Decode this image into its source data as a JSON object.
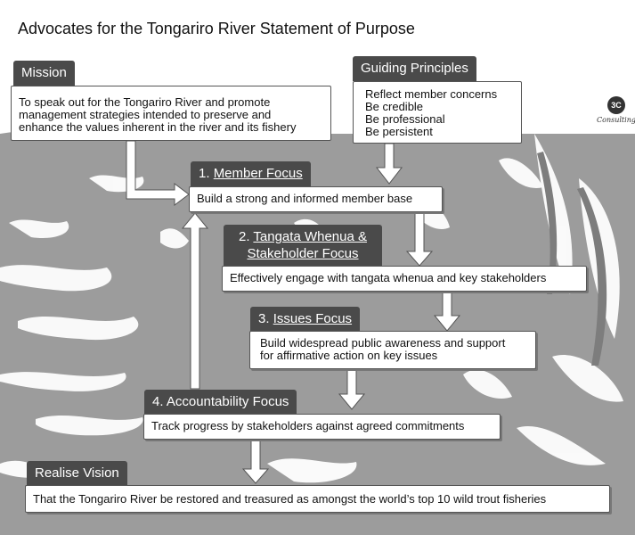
{
  "title": "Advocates for the Tongariro River Statement of Purpose",
  "mission": {
    "heading": "Mission",
    "lines": [
      "To speak out for the Tongariro River and promote",
      "management strategies intended to preserve and",
      "enhance the values inherent in the river and its fishery"
    ]
  },
  "guiding_principles": {
    "heading": "Guiding Principles",
    "items": [
      "Reflect member concerns",
      "Be credible",
      "Be professional",
      "Be persistent"
    ]
  },
  "logo": {
    "mark": "3C",
    "caption": "Consulting"
  },
  "focus_areas": [
    {
      "number": "1.",
      "heading_lines": [
        "Member Focus"
      ],
      "body_lines": [
        "Build a strong and informed member base"
      ]
    },
    {
      "number": "2.",
      "heading_lines": [
        "Tangata Whenua &",
        "Stakeholder Focus"
      ],
      "body_lines": [
        "Effectively engage with tangata whenua and key stakeholders"
      ]
    },
    {
      "number": "3.",
      "heading_lines": [
        "Issues Focus"
      ],
      "body_lines": [
        "Build widespread public awareness and support",
        "for affirmative action on key issues"
      ]
    },
    {
      "number": "4.",
      "heading_lines": [
        "Accountability Focus"
      ],
      "body_lines": [
        "Track progress by stakeholders against agreed commitments"
      ]
    }
  ],
  "vision": {
    "heading": "Realise Vision",
    "text": "That the Tongariro River be restored and treasured as amongst the world’s top 10 wild trout fisheries"
  },
  "colors": {
    "background_art": "#9c9c9c",
    "tab": "#4a4a4a",
    "box_border": "#555555",
    "arrow_fill": "#ffffff",
    "arrow_stroke": "#555555"
  }
}
